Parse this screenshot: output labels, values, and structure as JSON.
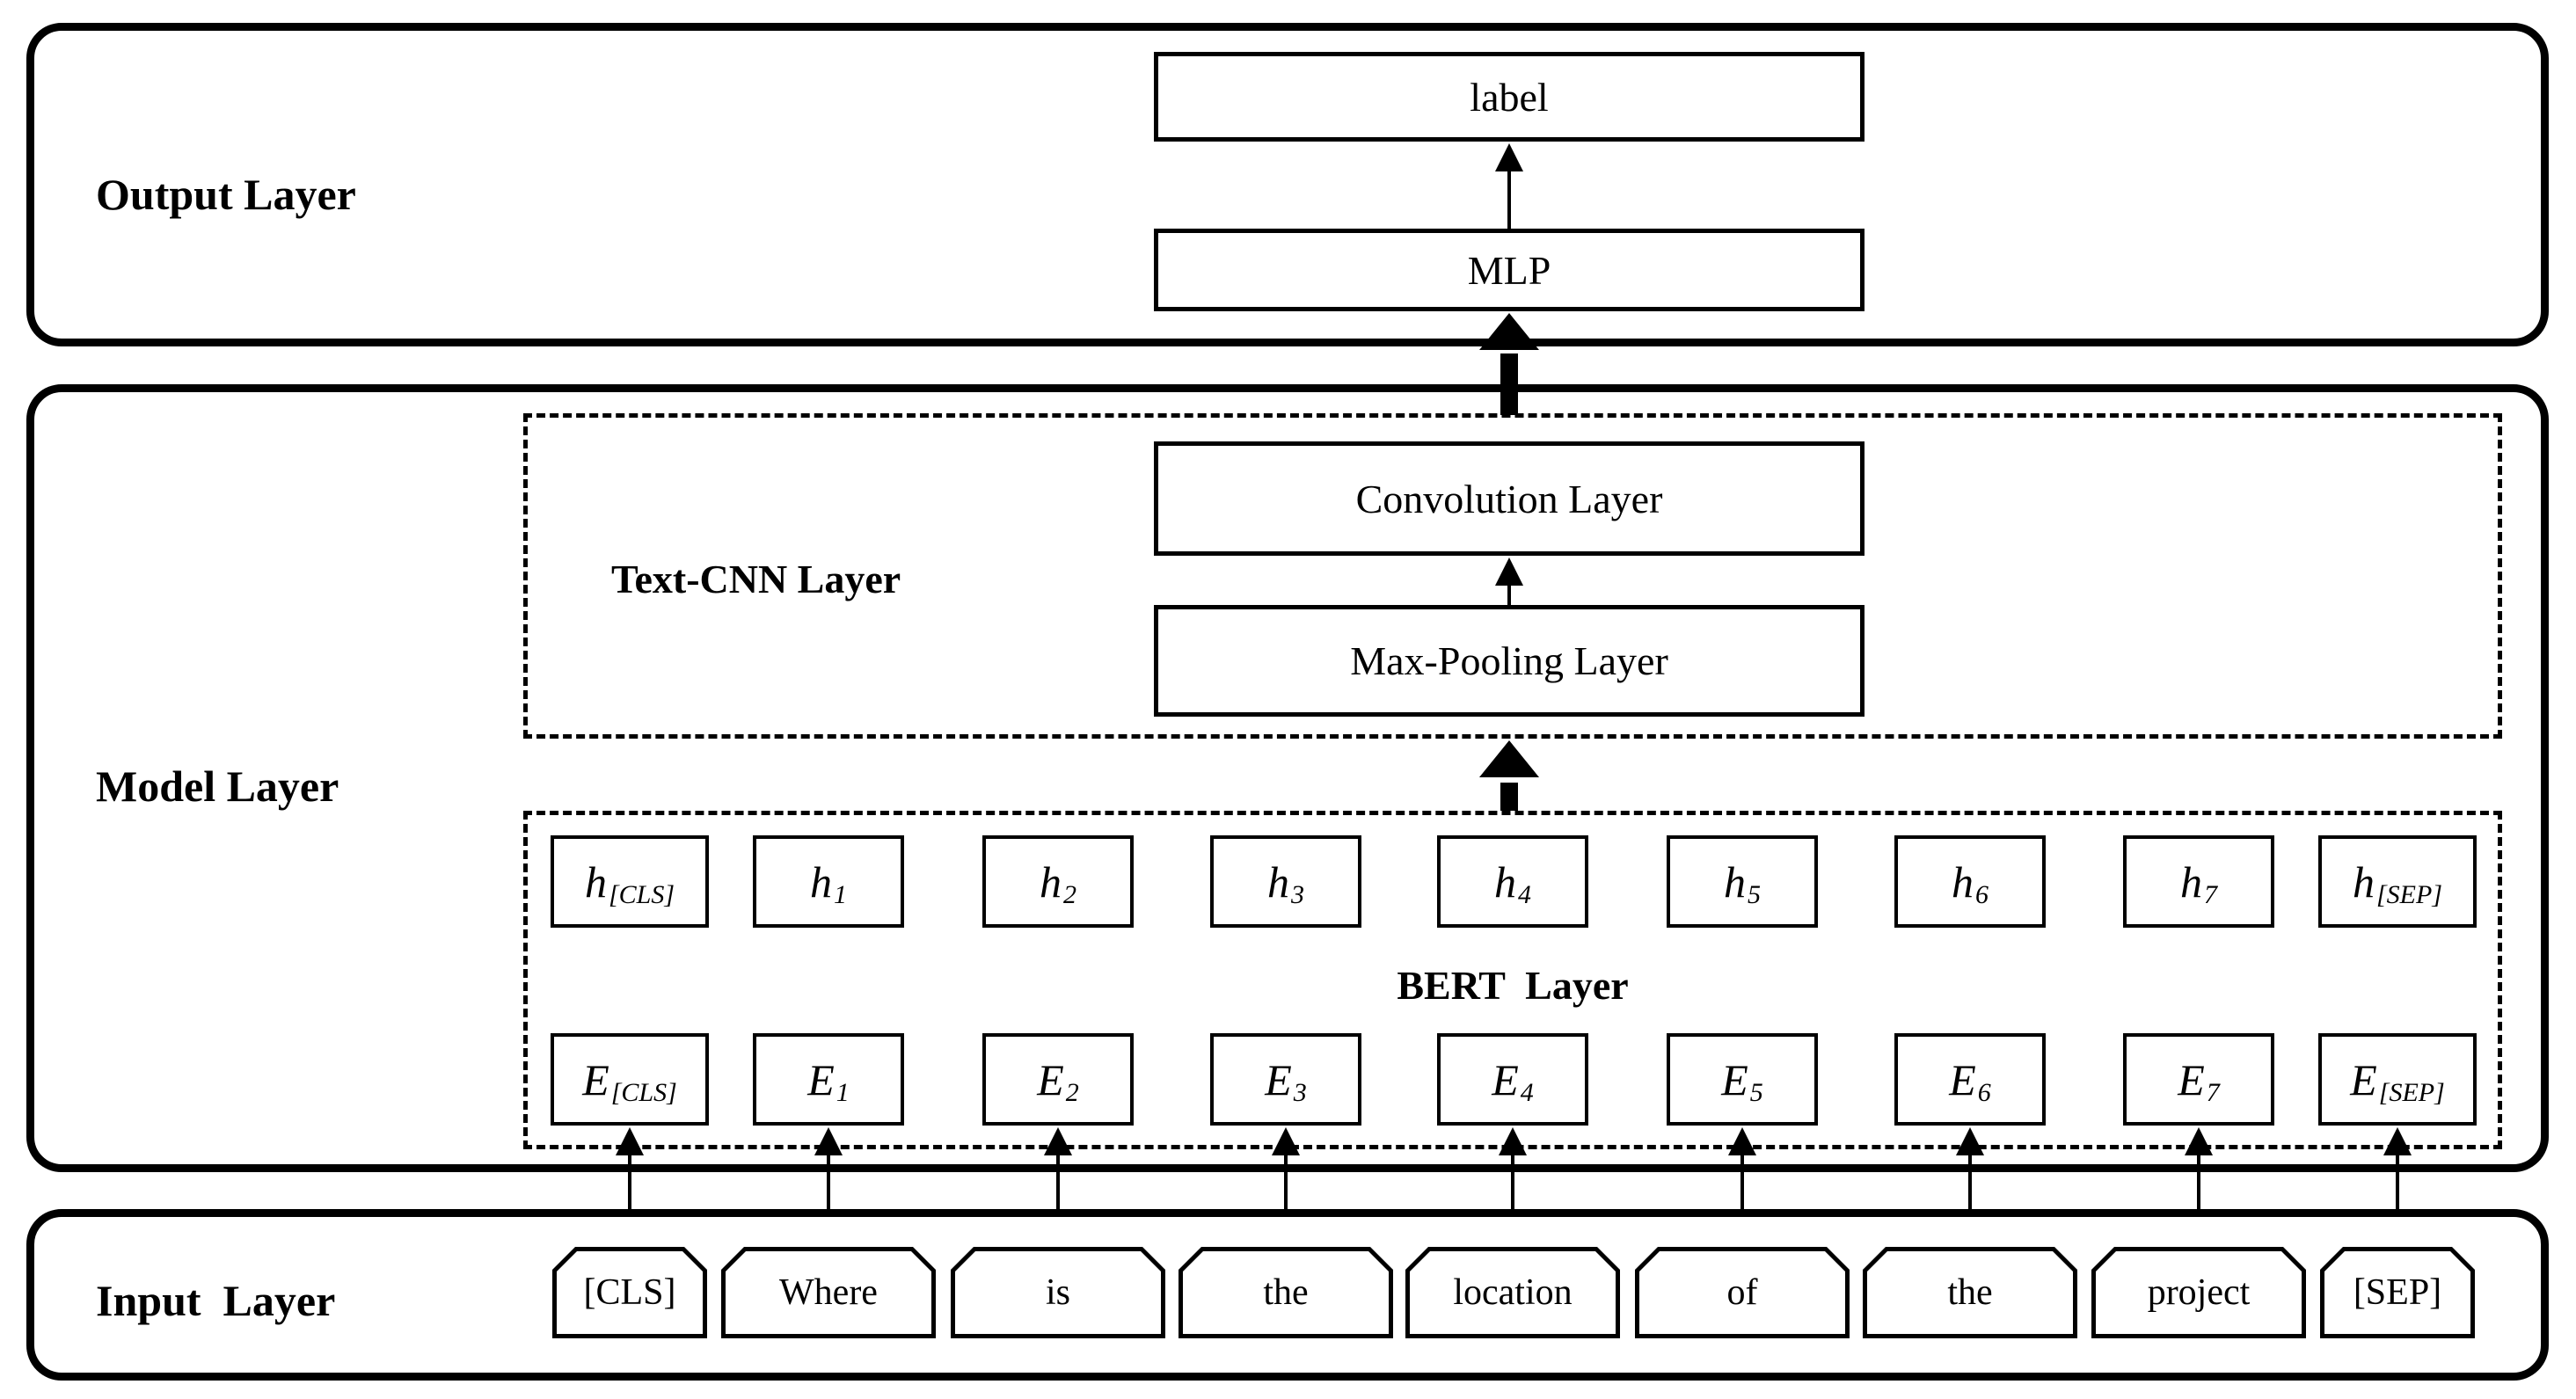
{
  "output_layer": {
    "label": "Output Layer",
    "label_box": "label",
    "mlp_box": "MLP"
  },
  "model_layer": {
    "label": "Model Layer",
    "text_cnn": {
      "label": "Text-CNN Layer",
      "convolution_box": "Convolution Layer",
      "max_pooling_box": "Max-Pooling Layer"
    },
    "bert": {
      "label": "BERT  Layer",
      "hidden_states": [
        {
          "base": "h",
          "sub": "[CLS]"
        },
        {
          "base": "h",
          "sub": "1"
        },
        {
          "base": "h",
          "sub": "2"
        },
        {
          "base": "h",
          "sub": "3"
        },
        {
          "base": "h",
          "sub": "4"
        },
        {
          "base": "h",
          "sub": "5"
        },
        {
          "base": "h",
          "sub": "6"
        },
        {
          "base": "h",
          "sub": "7"
        },
        {
          "base": "h",
          "sub": "[SEP]"
        }
      ],
      "embeddings": [
        {
          "base": "E",
          "sub": "[CLS]"
        },
        {
          "base": "E",
          "sub": "1"
        },
        {
          "base": "E",
          "sub": "2"
        },
        {
          "base": "E",
          "sub": "3"
        },
        {
          "base": "E",
          "sub": "4"
        },
        {
          "base": "E",
          "sub": "5"
        },
        {
          "base": "E",
          "sub": "6"
        },
        {
          "base": "E",
          "sub": "7"
        },
        {
          "base": "E",
          "sub": "[SEP]"
        }
      ]
    }
  },
  "input_layer": {
    "label": "Input  Layer",
    "tokens": [
      "[CLS]",
      "Where",
      "is",
      "the",
      "location",
      "of",
      "the",
      "project",
      "[SEP]"
    ]
  }
}
